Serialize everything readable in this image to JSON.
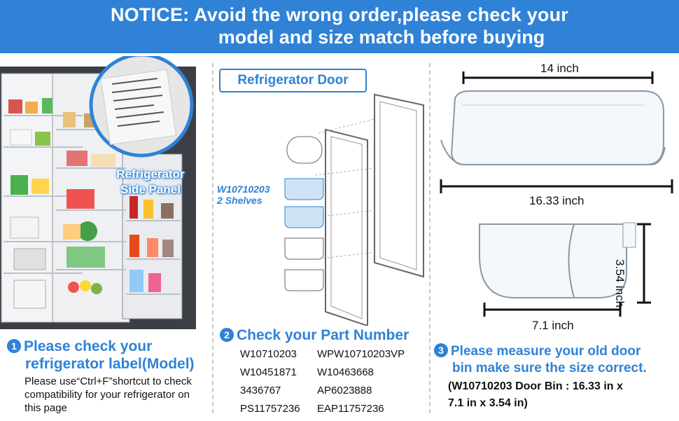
{
  "banner": {
    "line1": "NOTICE: Avoid the wrong order,please check your",
    "line2": "model and size match before buying"
  },
  "left": {
    "callout_line1": "Refrigerator",
    "callout_line2": "Side Panel",
    "step_num": "1",
    "step_title_line1": "Please check your",
    "step_title_line2": "refrigerator label(Model)",
    "note_line1": "Please use“Ctrl+F”shortcut to check",
    "note_line2": "compatibility for your refrigerator on",
    "note_line3": "this page"
  },
  "middle": {
    "door_label": "Refrigerator Door",
    "shelf_label_line1": "W10710203",
    "shelf_label_line2": "2 Shelves",
    "step_num": "2",
    "step_title": "Check your Part Number",
    "parts": [
      [
        "W10710203",
        "WPW10710203VP"
      ],
      [
        "W10451871",
        "W10463668"
      ],
      [
        "3436767",
        "AP6023888"
      ],
      [
        "PS11757236",
        "EAP11757236"
      ]
    ]
  },
  "right": {
    "dim_top": "14 inch",
    "dim_bottom": "16.33 inch",
    "dim_height": "3.54 inch",
    "dim_depth": "7.1 inch",
    "step_num": "3",
    "step_title_line1": "Please measure your old door",
    "step_title_line2": "bin make sure the size correct.",
    "spec_line1": "(W10710203 Door Bin : 16.33 in x",
    "spec_line2": "7.1 in x 3.54 in)"
  },
  "colors": {
    "accent": "#2f82d6",
    "banner_text": "#ffffff"
  }
}
